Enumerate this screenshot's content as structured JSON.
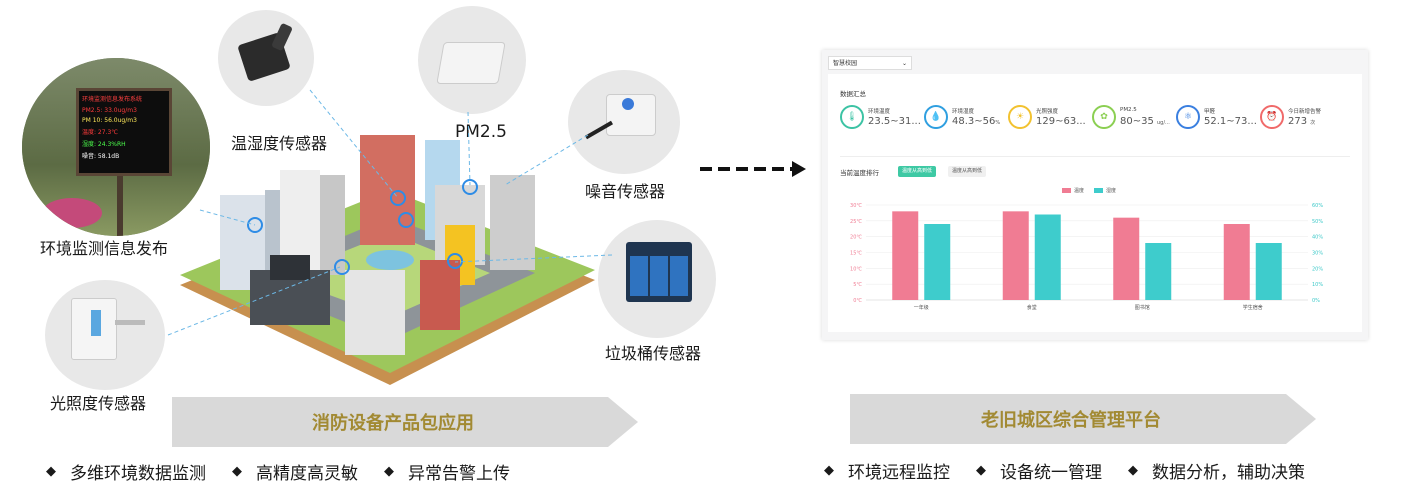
{
  "devices": {
    "display": "环境监测信息发布",
    "temp_humidity": "温湿度传感器",
    "pm25": "PM2.5",
    "noise": "噪音传感器",
    "trash": "垃圾桶传感器",
    "light": "光照度传感器"
  },
  "led_screen": {
    "title": "环境监测信息发布系统",
    "lines": [
      "PM2.5: 33.0ug/m3",
      "PM 10: 56.0ug/m3",
      "温度: 27.3℃",
      "湿度: 24.3%RH",
      "噪音: 58.1dB"
    ]
  },
  "left_banner": "消防设备产品包应用",
  "right_banner": "老旧城区综合管理平台",
  "left_features": [
    "多维环境数据监测",
    "高精度高灵敏",
    "异常告警上传"
  ],
  "right_features": [
    "环境远程监控",
    "设备统一管理",
    "数据分析，辅助决策"
  ],
  "dashboard": {
    "select_value": "智慧校园",
    "summary_title": "数据汇总",
    "metrics": [
      {
        "label": "环境温度",
        "value": "23.5~31...",
        "unit": "",
        "icon": "thermometer-icon",
        "color": "#3cc3a4"
      },
      {
        "label": "环境湿度",
        "value": "48.3~56",
        "unit": "%",
        "icon": "droplet-icon",
        "color": "#2f9fe0"
      },
      {
        "label": "光照强度",
        "value": "129~63...",
        "unit": "",
        "icon": "sun-icon",
        "color": "#f2c230"
      },
      {
        "label": "PM2.5",
        "value": "80~35",
        "unit": "ug/...",
        "icon": "pm-icon",
        "color": "#8bcf52"
      },
      {
        "label": "甲醛",
        "value": "52.1~73...",
        "unit": "",
        "icon": "molecule-icon",
        "color": "#3a7fe0"
      },
      {
        "label": "今日新增告警",
        "value": "273",
        "unit": "次",
        "icon": "alarm-icon",
        "color": "#f06a6a"
      }
    ],
    "ranking_title": "当前温度排行",
    "tab_active": "温度从高到低",
    "tab_inactive": "温度从高到低",
    "legend": [
      "温度",
      "湿度"
    ],
    "colors": {
      "temp": "#f07c93",
      "humidity": "#3ecccc"
    }
  },
  "chart_data": {
    "type": "bar",
    "categories": [
      "一年级",
      "食堂",
      "图书馆",
      "学生宿舍"
    ],
    "series": [
      {
        "name": "温度",
        "values": [
          28,
          28,
          26,
          24
        ]
      },
      {
        "name": "湿度",
        "values": [
          48,
          54,
          36,
          36
        ]
      }
    ],
    "y_left_ticks": [
      "30℃",
      "25℃",
      "20℃",
      "15℃",
      "10℃",
      "5℃",
      "0℃"
    ],
    "y_right_ticks": [
      "60%",
      "50%",
      "40%",
      "30%",
      "20%",
      "10%",
      "0%"
    ],
    "ylim_left": [
      0,
      30
    ],
    "ylim_right": [
      0,
      60
    ]
  }
}
